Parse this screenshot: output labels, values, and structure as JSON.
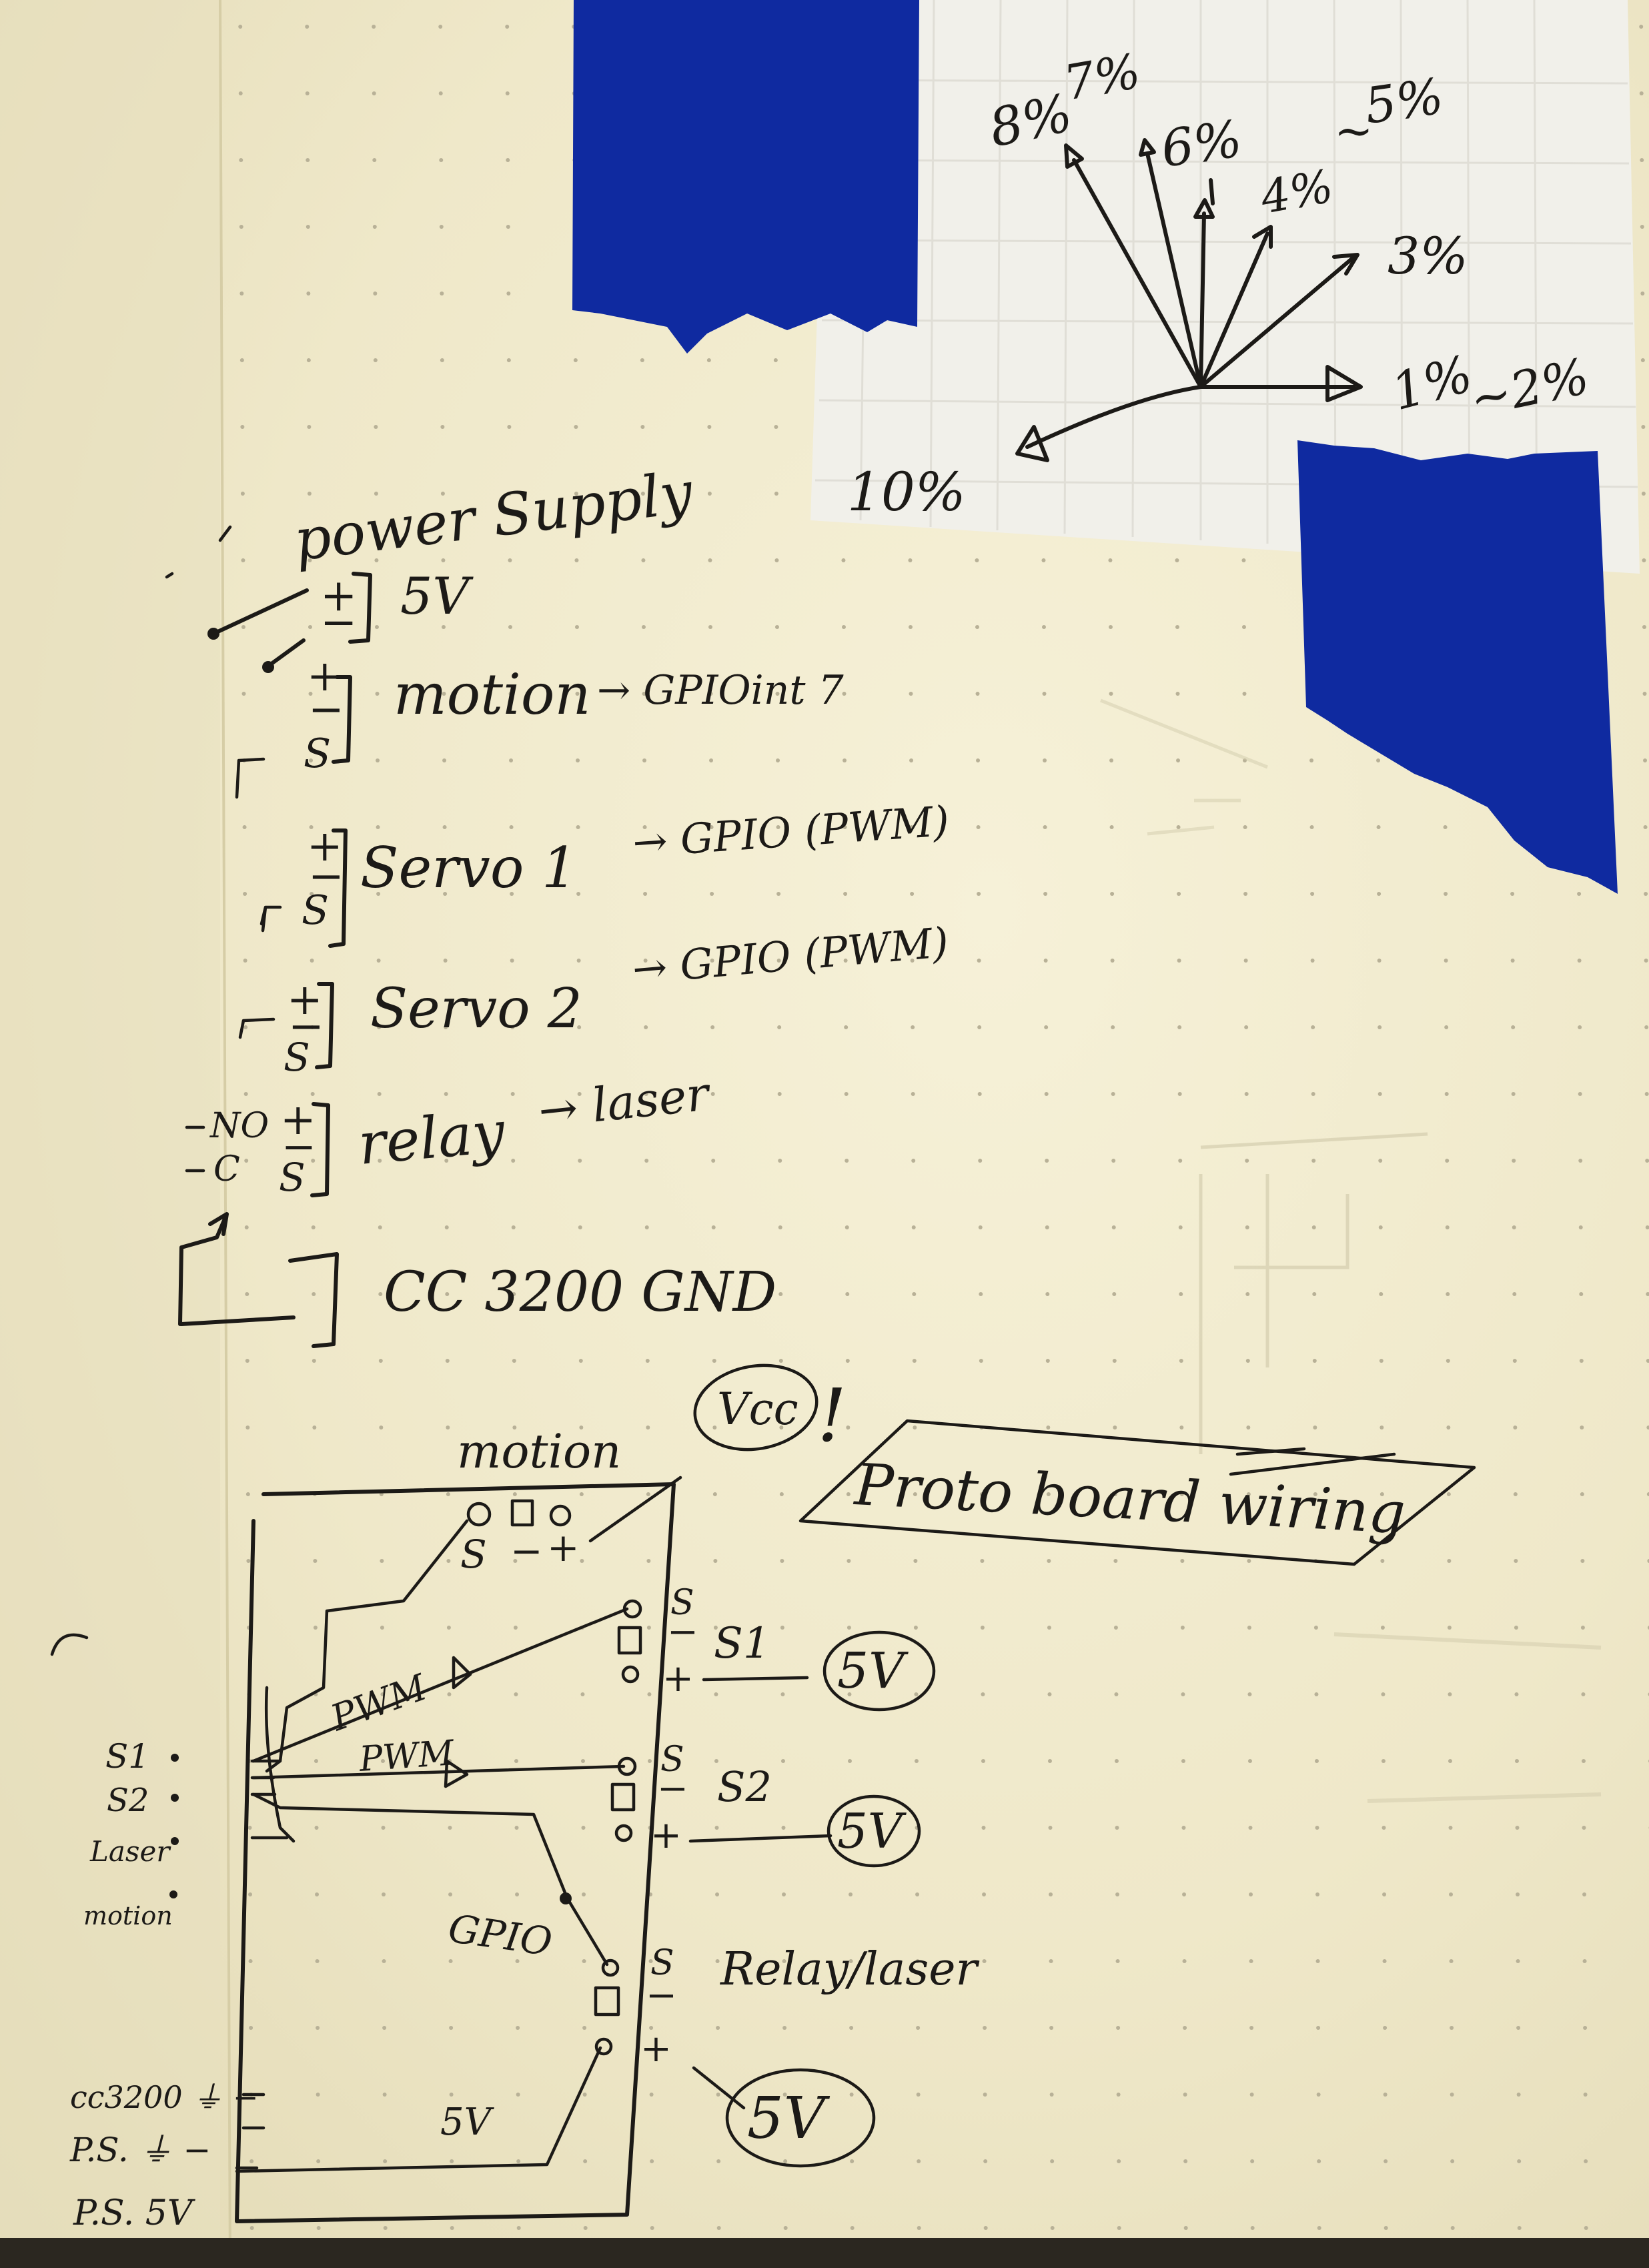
{
  "colors": {
    "paper": "#f3eed3",
    "ink": "#1c1a17",
    "tape": "#0f2aa0",
    "insert": "#f2f1ec"
  },
  "compass": {
    "labels": [
      "8%",
      "7%",
      "6%",
      "5%",
      "~",
      "4%",
      "3%",
      "1%",
      "~2%",
      "10%"
    ]
  },
  "power": {
    "title": "power Supply",
    "rail_5v": "5V",
    "motion": "motion",
    "motion_gpio": "→ GPIOint 7",
    "servo1": "Servo 1",
    "servo1_gpio": "→ GPIO (PWM)",
    "servo2": "Servo 2",
    "servo2_gpio": "→ GPIO (PWM)",
    "relay": "relay",
    "relay_target": "→ laser",
    "relay_no": "NO",
    "relay_c": "C",
    "cc3200": "CC 3200 GND",
    "pin_plus": "+",
    "pin_minus": "−",
    "pin_s": "S"
  },
  "board": {
    "title": "motion",
    "vcc": "Vcc",
    "exclaim": "!",
    "banner": "Proto board wiring",
    "motion_pins": [
      "S",
      "−",
      "+"
    ],
    "pin_s": "S",
    "pin_minus": "−",
    "pin_plus": "+",
    "s1": "S1",
    "s2": "S2",
    "relay_laser": "Relay/laser",
    "five_v": "5V",
    "pwm": "PWM",
    "gpio": "GPIO",
    "wire_5v": "5V",
    "left_labels": [
      "S1",
      "S2",
      "Laser",
      "motion"
    ],
    "bottom_labels": [
      "cc3200 ⏚ −",
      "P.S. ⏚ −",
      "P.S. 5V"
    ]
  }
}
